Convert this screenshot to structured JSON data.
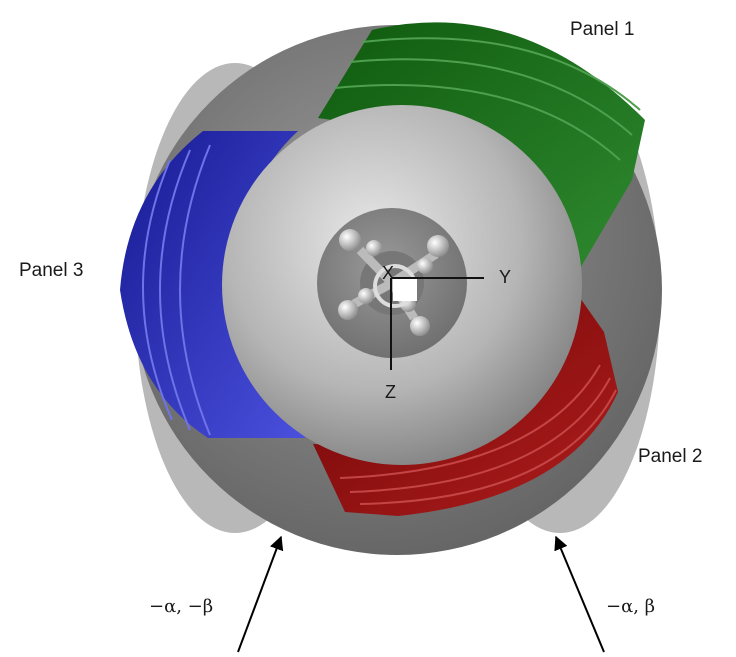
{
  "labels": {
    "panel1": "Panel 1",
    "panel2": "Panel 2",
    "panel3": "Panel 3",
    "axis_x": "X",
    "axis_y": "Y",
    "axis_z": "Z",
    "dir_left": "−α, −β",
    "dir_right": "−α, β"
  },
  "colors": {
    "panel1": "#1f6b1f",
    "panel2": "#8a0f0f",
    "panel3": "#2a2fb4",
    "body": "#8c8c8c",
    "background": "#ffffff"
  }
}
